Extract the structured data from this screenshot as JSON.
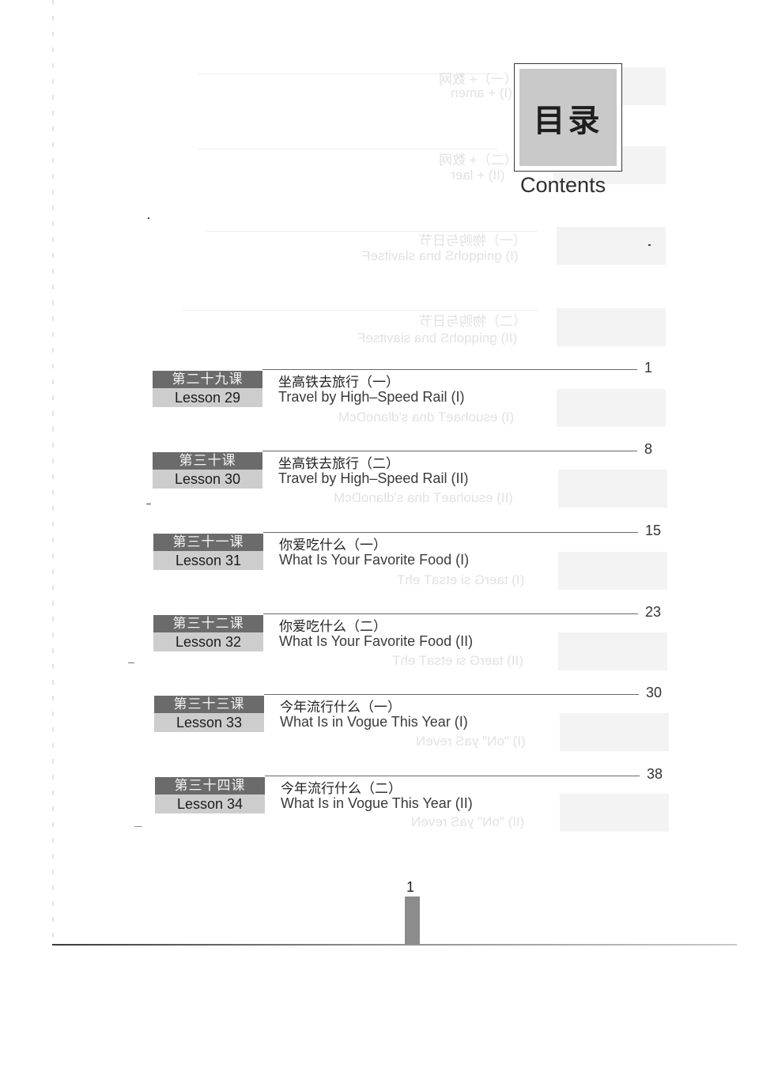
{
  "header": {
    "title_cn": "目录",
    "title_en": "Contents"
  },
  "lessons": [
    {
      "label_cn": "第二十九课",
      "label_en": "Lesson 29",
      "title_cn": "坐高铁去旅行（一）",
      "title_en": "Travel by High–Speed Rail (I)",
      "page": "1"
    },
    {
      "label_cn": "第三十课",
      "label_en": "Lesson 30",
      "title_cn": "坐高铁去旅行（二）",
      "title_en": "Travel by High–Speed Rail (II)",
      "page": "8"
    },
    {
      "label_cn": "第三十一课",
      "label_en": "Lesson 31",
      "title_cn": "你爱吃什么（一）",
      "title_en": "What Is Your Favorite Food (I)",
      "page": "15"
    },
    {
      "label_cn": "第三十二课",
      "label_en": "Lesson 32",
      "title_cn": "你爱吃什么（二）",
      "title_en": "What Is Your Favorite Food (II)",
      "page": "23"
    },
    {
      "label_cn": "第三十三课",
      "label_en": "Lesson 33",
      "title_cn": "今年流行什么（一）",
      "title_en": "What Is in Vogue This Year (I)",
      "page": "30"
    },
    {
      "label_cn": "第三十四课",
      "label_en": "Lesson 34",
      "title_cn": "今年流行什么（二）",
      "title_en": "What Is in Vogue This Year (II)",
      "page": "38"
    }
  ],
  "footer": {
    "page_number": "1"
  },
  "colors": {
    "badge_dark": "#6b6b6b",
    "badge_light": "#cdcdcd",
    "title_box_fill": "#c9c9c9",
    "folio_bar": "#8c8c8c"
  }
}
